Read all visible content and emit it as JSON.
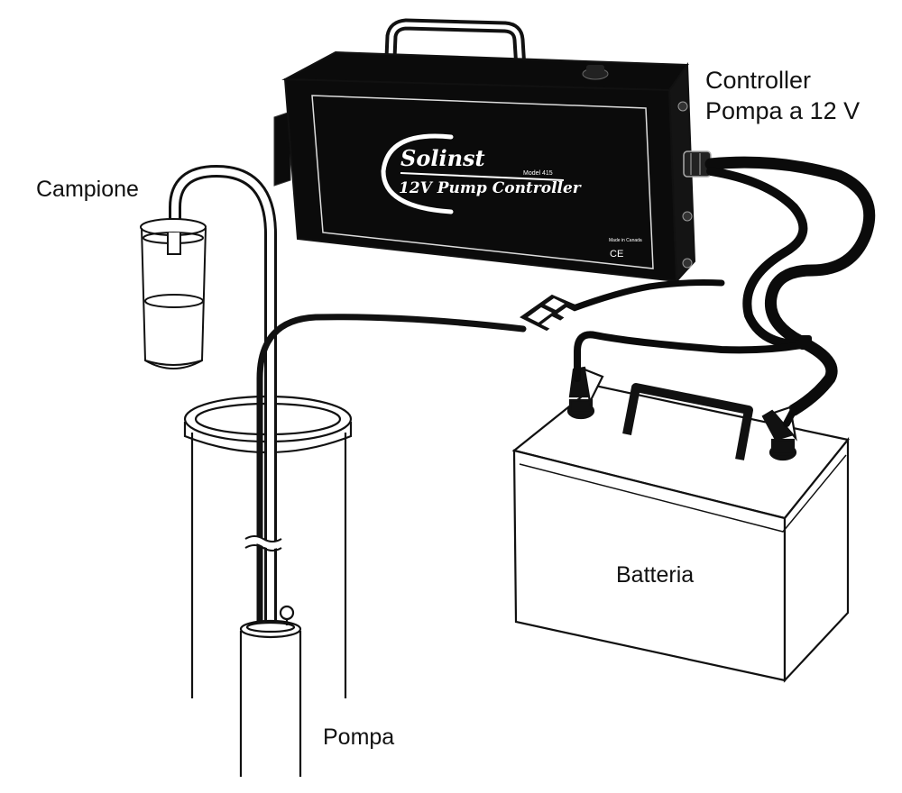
{
  "labels": {
    "controller_line1": "Controller",
    "controller_line2": "Pompa a 12 V",
    "sample": "Campione",
    "battery": "Batteria",
    "pump": "Pompa"
  },
  "device": {
    "brand": "Solinst",
    "product": "12V Pump Controller",
    "model": "Model 415",
    "origin": "Made in Canada",
    "mark": "CE"
  },
  "colors": {
    "outline": "#111111",
    "device_body": "#0b0b0b",
    "background": "#ffffff"
  }
}
